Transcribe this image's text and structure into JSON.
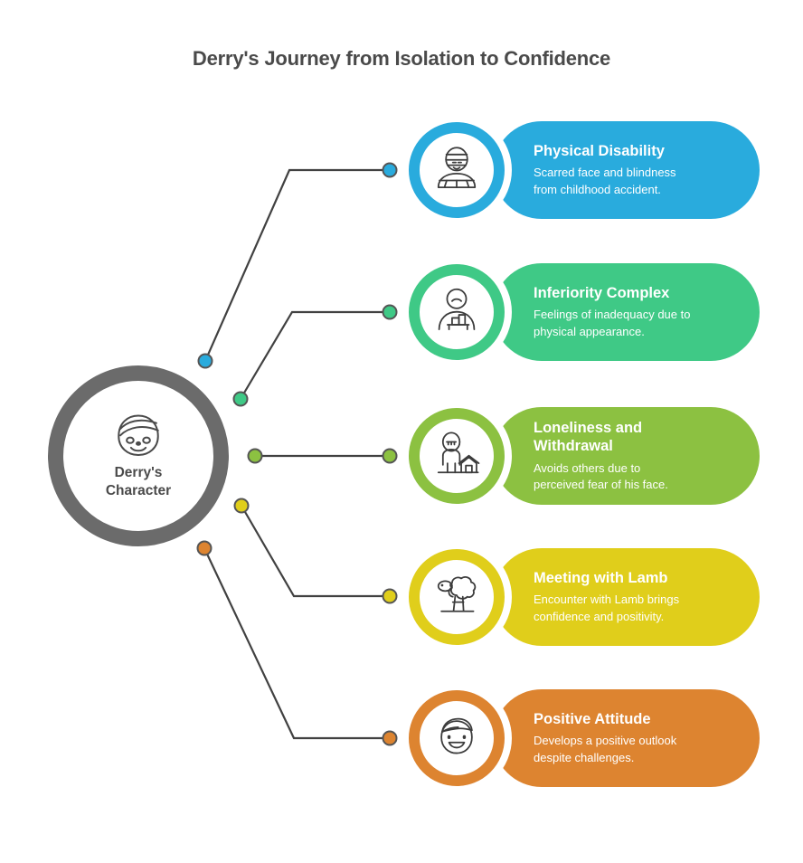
{
  "title": "Derry's Journey from Isolation to Confidence",
  "hub": {
    "label_line1": "Derry's",
    "label_line2": "Character",
    "icon": "bandaged-face-icon",
    "ring_color": "#6b6b6b",
    "text_color": "#4a4a4a"
  },
  "connector_color": "#414141",
  "cards": [
    {
      "title": "Physical Disability",
      "desc_line1": "Scarred face and blindness",
      "desc_line2": "from childhood accident.",
      "color": "#29ABDD",
      "icon": "bandaged-person-icon"
    },
    {
      "title": "Inferiority Complex",
      "desc_line1": "Feelings of inadequacy due to",
      "desc_line2": "physical appearance.",
      "color": "#3FC986",
      "icon": "sad-person-bar-chart-icon"
    },
    {
      "title_line1": "Loneliness and",
      "title_line2": "Withdrawal",
      "title": "Loneliness and Withdrawal",
      "desc_line1": "Avoids others due to",
      "desc_line2": "perceived fear of his face.",
      "color": "#8CC141",
      "icon": "lone-person-house-icon"
    },
    {
      "title": "Meeting with Lamb",
      "desc_line1": "Encounter with Lamb brings",
      "desc_line2": "confidence and positivity.",
      "color": "#E0CE1B",
      "icon": "lamb-icon"
    },
    {
      "title": "Positive Attitude",
      "desc_line1": "Develops a positive outlook",
      "desc_line2": "despite challenges.",
      "color": "#DD8430",
      "icon": "smiling-face-icon"
    }
  ]
}
